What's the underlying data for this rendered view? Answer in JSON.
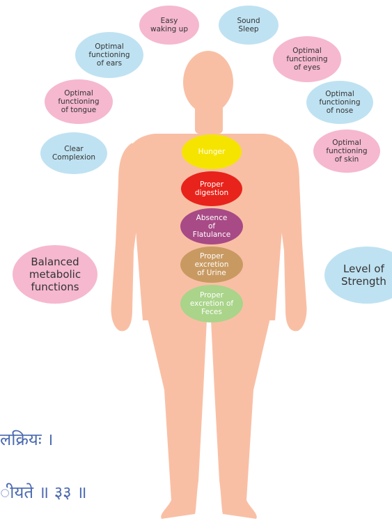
{
  "outer_benefits": [
    {
      "id": "easy-waking-up",
      "label": "Easy\nwaking up"
    },
    {
      "id": "sound-sleep",
      "label": "Sound\nSleep"
    },
    {
      "id": "ears",
      "label": "Optimal\nfunctioning\nof ears"
    },
    {
      "id": "eyes",
      "label": "Optimal\nfunctioning\nof eyes"
    },
    {
      "id": "tongue",
      "label": "Optimal\nfunctioning\nof tongue"
    },
    {
      "id": "nose",
      "label": "Optimal\nfunctioning\nof nose"
    },
    {
      "id": "complexion",
      "label": "Clear\nComplexion"
    },
    {
      "id": "skin",
      "label": "Optimal\nfunctioning\nof skin"
    },
    {
      "id": "metabolic",
      "label": "Balanced\nmetabolic\nfunctions"
    },
    {
      "id": "strength",
      "label": "Level of\nStrength"
    }
  ],
  "inner_benefits": [
    {
      "id": "hunger",
      "label": "Hunger",
      "color": "#f5e400"
    },
    {
      "id": "digestion",
      "label": "Proper\ndigestion",
      "color": "#e8231b"
    },
    {
      "id": "flatulance",
      "label": "Absence\nof\nFlatulance",
      "color": "#a84a86"
    },
    {
      "id": "urine",
      "label": "Proper\nexcretion\nof Urine",
      "color": "#c89a62"
    },
    {
      "id": "feces",
      "label": "Proper\nexcretion of\nFeces",
      "color": "#a9d48a"
    }
  ],
  "body_color": "#f9bfa4",
  "verse": {
    "line1": "लक्रियः ।",
    "line2": "ीयते ॥ ३३ ॥"
  }
}
